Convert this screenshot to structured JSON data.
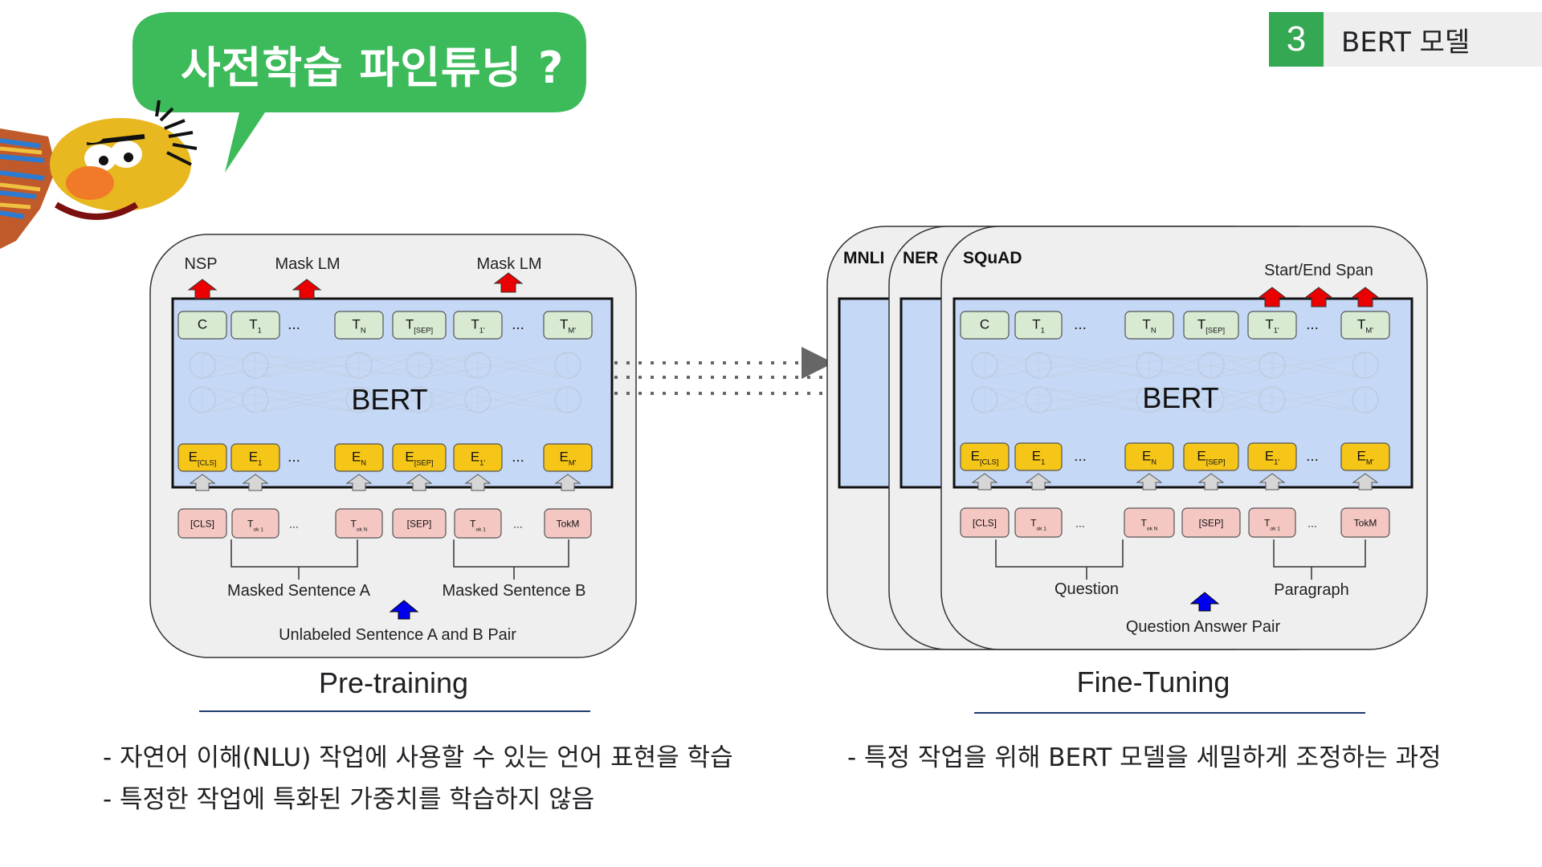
{
  "header": {
    "bubble_text": "사전학습 파인튜닝 ?",
    "section_number": "3",
    "section_title": "BERT 모델"
  },
  "colors": {
    "bubble_green": "#3dba5a",
    "badge_green": "#34a853",
    "panel_bg": "#efefef",
    "bert_blue": "#c5d8f5",
    "token_output_green": "#d9ead3",
    "embedding_yellow": "#f5c518",
    "input_pink": "#f4c7c3",
    "arrow_red": "#ea0000",
    "arrow_blue": "#0000ee",
    "divider_navy": "#1f3b6e"
  },
  "pretraining": {
    "heads": [
      "NSP",
      "Mask LM",
      "Mask LM"
    ],
    "outputs": [
      "C",
      "T1",
      "...",
      "TN",
      "T[SEP]",
      "T1'",
      "...",
      "TM'"
    ],
    "model_label": "BERT",
    "embeddings": [
      "E[CLS]",
      "E1",
      "...",
      "EN",
      "E[SEP]",
      "E1'",
      "...",
      "EM'"
    ],
    "inputs": [
      "[CLS]",
      "Tok 1",
      "...",
      "Tok N",
      "[SEP]",
      "Tok 1",
      "...",
      "TokM"
    ],
    "sentence_a": "Masked Sentence A",
    "sentence_b": "Masked Sentence B",
    "pair_label": "Unlabeled Sentence A and B Pair",
    "caption": "Pre-training"
  },
  "finetuning": {
    "tasks": [
      "MNLI",
      "NER",
      "SQuAD"
    ],
    "head": "Start/End Span",
    "outputs": [
      "C",
      "T1",
      "...",
      "TN",
      "T[SEP]",
      "T1'",
      "...",
      "TM'"
    ],
    "model_label": "BERT",
    "embeddings": [
      "E[CLS]",
      "E1",
      "...",
      "EN",
      "E[SEP]",
      "E1'",
      "...",
      "EM'"
    ],
    "inputs": [
      "[CLS]",
      "Tok 1",
      "...",
      "Tok N",
      "[SEP]",
      "Tok 1",
      "...",
      "TokM"
    ],
    "sentence_a": "Question",
    "sentence_b": "Paragraph",
    "pair_label": "Question Answer Pair",
    "caption": "Fine-Tuning"
  },
  "notes": {
    "pretraining": [
      "- 자연어 이해(NLU) 작업에  사용할 수 있는 언어 표현을 학습",
      "- 특정한 작업에 특화된 가중치를 학습하지 않음"
    ],
    "finetuning": [
      "- 특정 작업을 위해 BERT 모델을 세밀하게 조정하는 과정"
    ]
  }
}
